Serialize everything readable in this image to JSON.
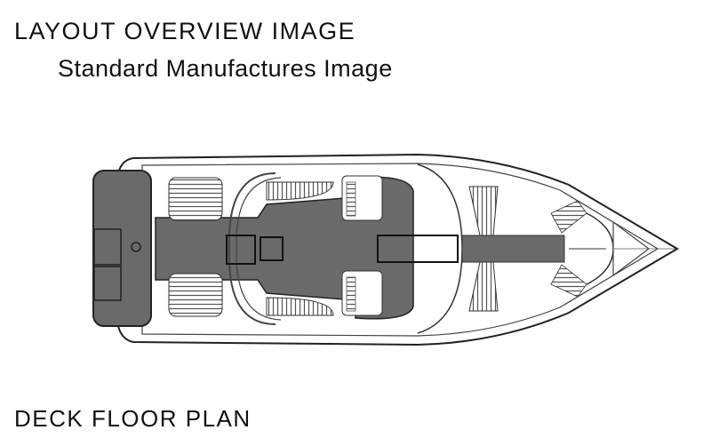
{
  "header": {
    "title": "LAYOUT OVERVIEW IMAGE",
    "subtitle": "Standard Manufactures Image"
  },
  "diagram": {
    "subject": "boat-deck-layout-top-view",
    "orientation": "bow-right",
    "colors": {
      "deck_fill": "#6a6a6a",
      "outline": "#222222",
      "seat_fill": "#ffffff",
      "background": "#ffffff"
    }
  },
  "footer": {
    "caption": "DECK FLOOR PLAN"
  }
}
